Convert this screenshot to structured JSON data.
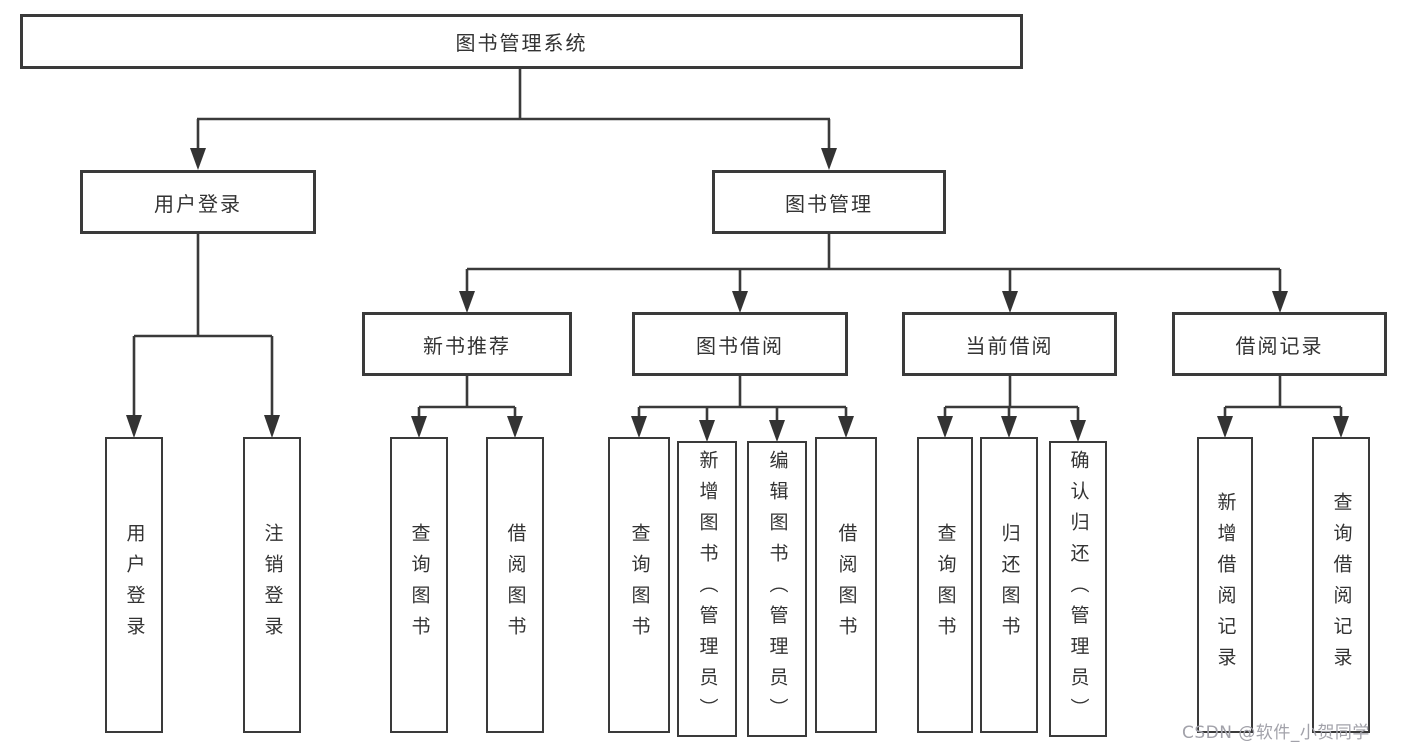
{
  "tree": {
    "label": "图书管理系统",
    "children": [
      {
        "label": "用户登录",
        "children": [
          {
            "label": "用户登录"
          },
          {
            "label": "注销登录"
          }
        ]
      },
      {
        "label": "图书管理",
        "children": [
          {
            "label": "新书推荐",
            "children": [
              {
                "label": "查询图书"
              },
              {
                "label": "借阅图书"
              }
            ]
          },
          {
            "label": "图书借阅",
            "children": [
              {
                "label": "查询图书"
              },
              {
                "label": "新增图书（管理员）"
              },
              {
                "label": "编辑图书（管理员）"
              },
              {
                "label": "借阅图书"
              }
            ]
          },
          {
            "label": "当前借阅",
            "children": [
              {
                "label": "查询图书"
              },
              {
                "label": "归还图书"
              },
              {
                "label": "确认归还（管理员）"
              }
            ]
          },
          {
            "label": "借阅记录",
            "children": [
              {
                "label": "新增借阅记录"
              },
              {
                "label": "查询借阅记录"
              }
            ]
          }
        ]
      }
    ]
  },
  "watermark": {
    "text": "CSDN @软件_小贺同学"
  },
  "colors": {
    "line": "#3a3a3a",
    "box_border": "#3a3a3a",
    "text": "#333333",
    "background": "#ffffff",
    "watermark": "#a2a2aa"
  }
}
